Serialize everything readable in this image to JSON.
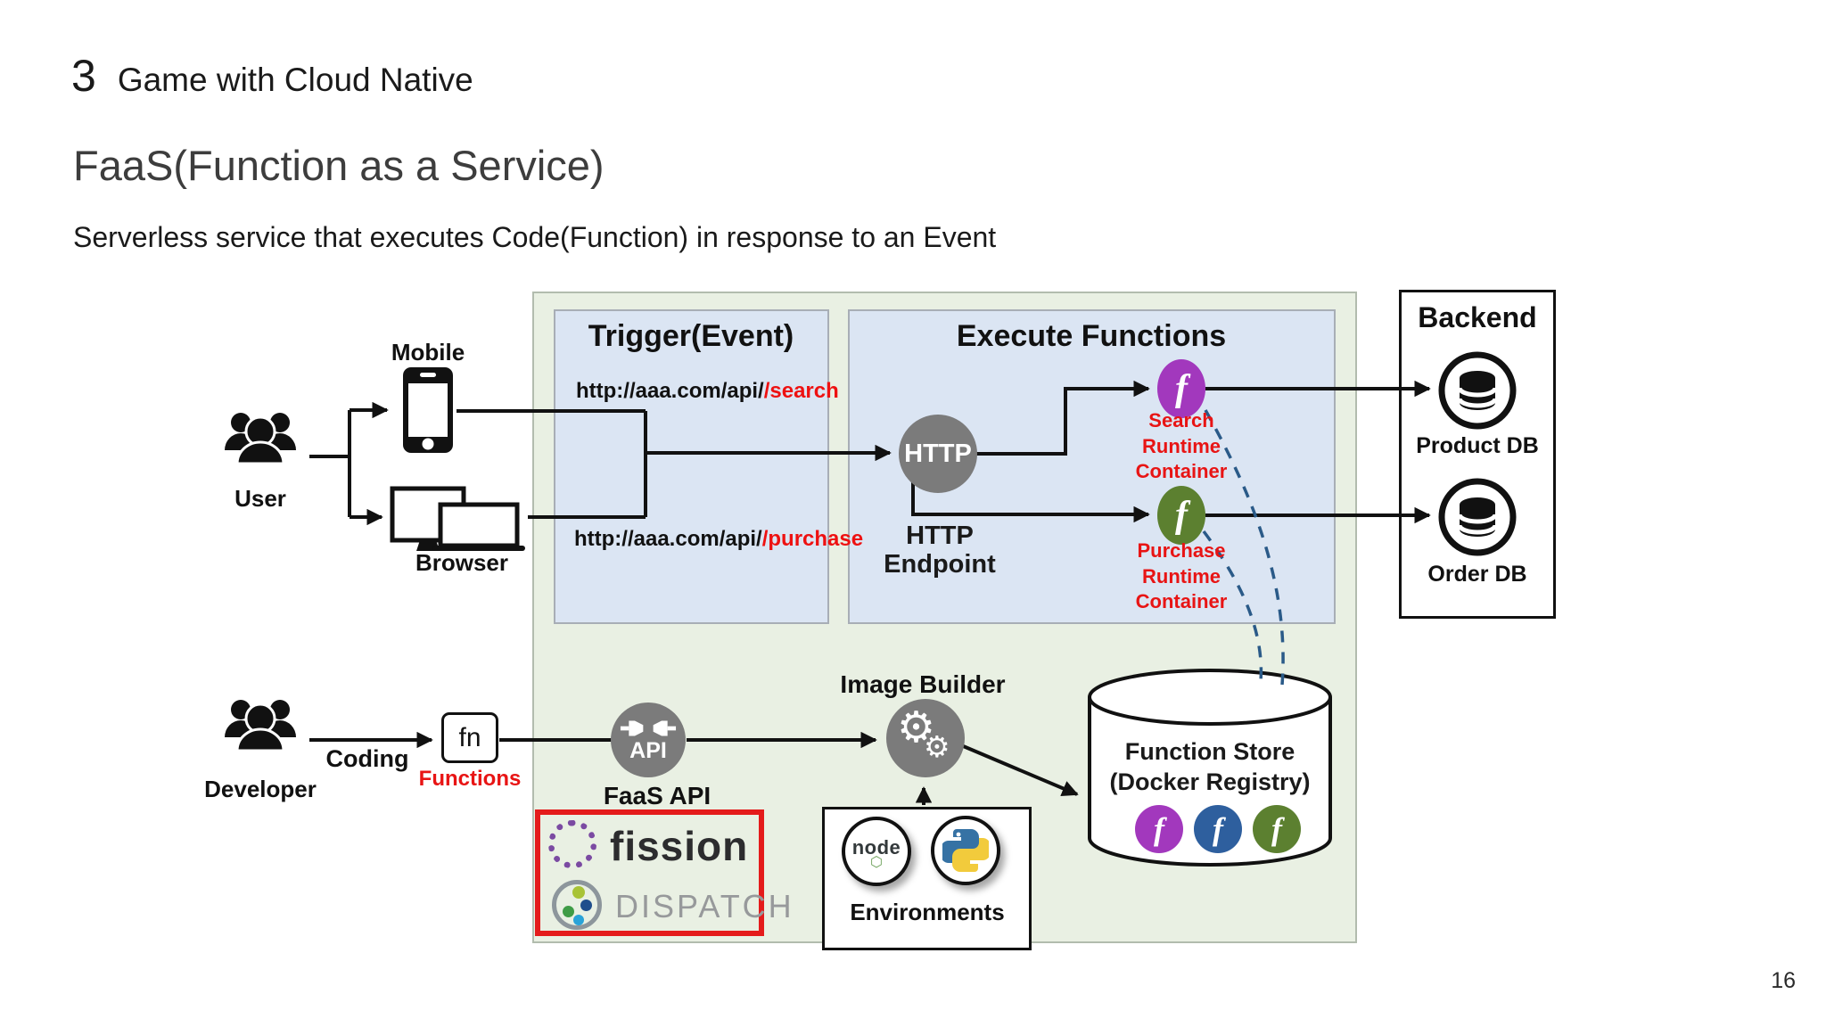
{
  "slide": {
    "section_number": "3",
    "section_title": "Game with Cloud Native",
    "title": "FaaS(Function as a Service)",
    "subtitle": "Serverless service that executes Code(Function) in response to an Event",
    "page_number": "16"
  },
  "colors": {
    "diagram_bg_green": "#e9f0e3",
    "panel_bg_blue": "#dbe5f3",
    "accent_red": "#e81414",
    "node_gray": "#7b7b7b",
    "function_purple": "#a238bd",
    "function_blue": "#2e5f9e",
    "function_olive": "#5c8030",
    "dashed_line_blue": "#2a5a88",
    "logo_box_red": "#e41b1b"
  },
  "diagram": {
    "trigger": {
      "title": "Trigger(Event)",
      "search_url_base": "http://aaa.com/api/",
      "search_url_path": "search",
      "purchase_url_base": "http://aaa.com/api/",
      "purchase_url_path": "purchase"
    },
    "execute": {
      "title": "Execute Functions",
      "http_label": "HTTP",
      "endpoint_line1": "HTTP",
      "endpoint_line2": "Endpoint",
      "function_glyph": "f",
      "search_lines": [
        "Search",
        "Runtime",
        "Container"
      ],
      "purchase_lines": [
        "Purchase",
        "Runtime",
        "Container"
      ]
    },
    "backend": {
      "title": "Backend",
      "product_db": "Product DB",
      "order_db": "Order DB"
    },
    "actors": {
      "user": "User",
      "developer": "Developer",
      "mobile": "Mobile",
      "browser": "Browser"
    },
    "pipeline": {
      "coding": "Coding",
      "fn_label": "fn",
      "functions": "Functions",
      "api_label": "API",
      "faas_api": "FaaS API",
      "image_builder": "Image Builder",
      "environments": "Environments",
      "store_line1": "Function Store",
      "store_line2": "(Docker Registry)"
    },
    "logos": {
      "fission": "fission",
      "dispatch": "DISPATCH",
      "node": "node"
    },
    "icons": {
      "gear": "⚙",
      "hexagon": "⬡"
    }
  }
}
